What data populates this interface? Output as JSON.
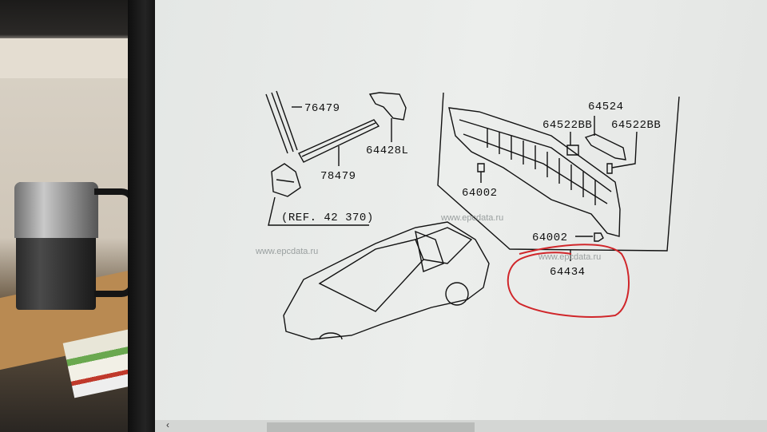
{
  "diagram": {
    "labels": {
      "part_76479_a": "76479",
      "part_78479": "78479",
      "part_64428l": "64428L",
      "ref": "(REF. 42 370)",
      "part_64524": "64524",
      "part_64522bb_left": "64522BB",
      "part_64522bb_right": "64522BB",
      "part_64002_upper": "64002",
      "part_64002_lower": "64002",
      "part_64434": "64434"
    },
    "watermarks": [
      "www.epcdata.ru",
      "www.epcdata.ru",
      "www.epcdata.ru"
    ],
    "highlight_color": "#d0262a"
  },
  "scrollbar": {
    "left_arrow": "‹"
  }
}
